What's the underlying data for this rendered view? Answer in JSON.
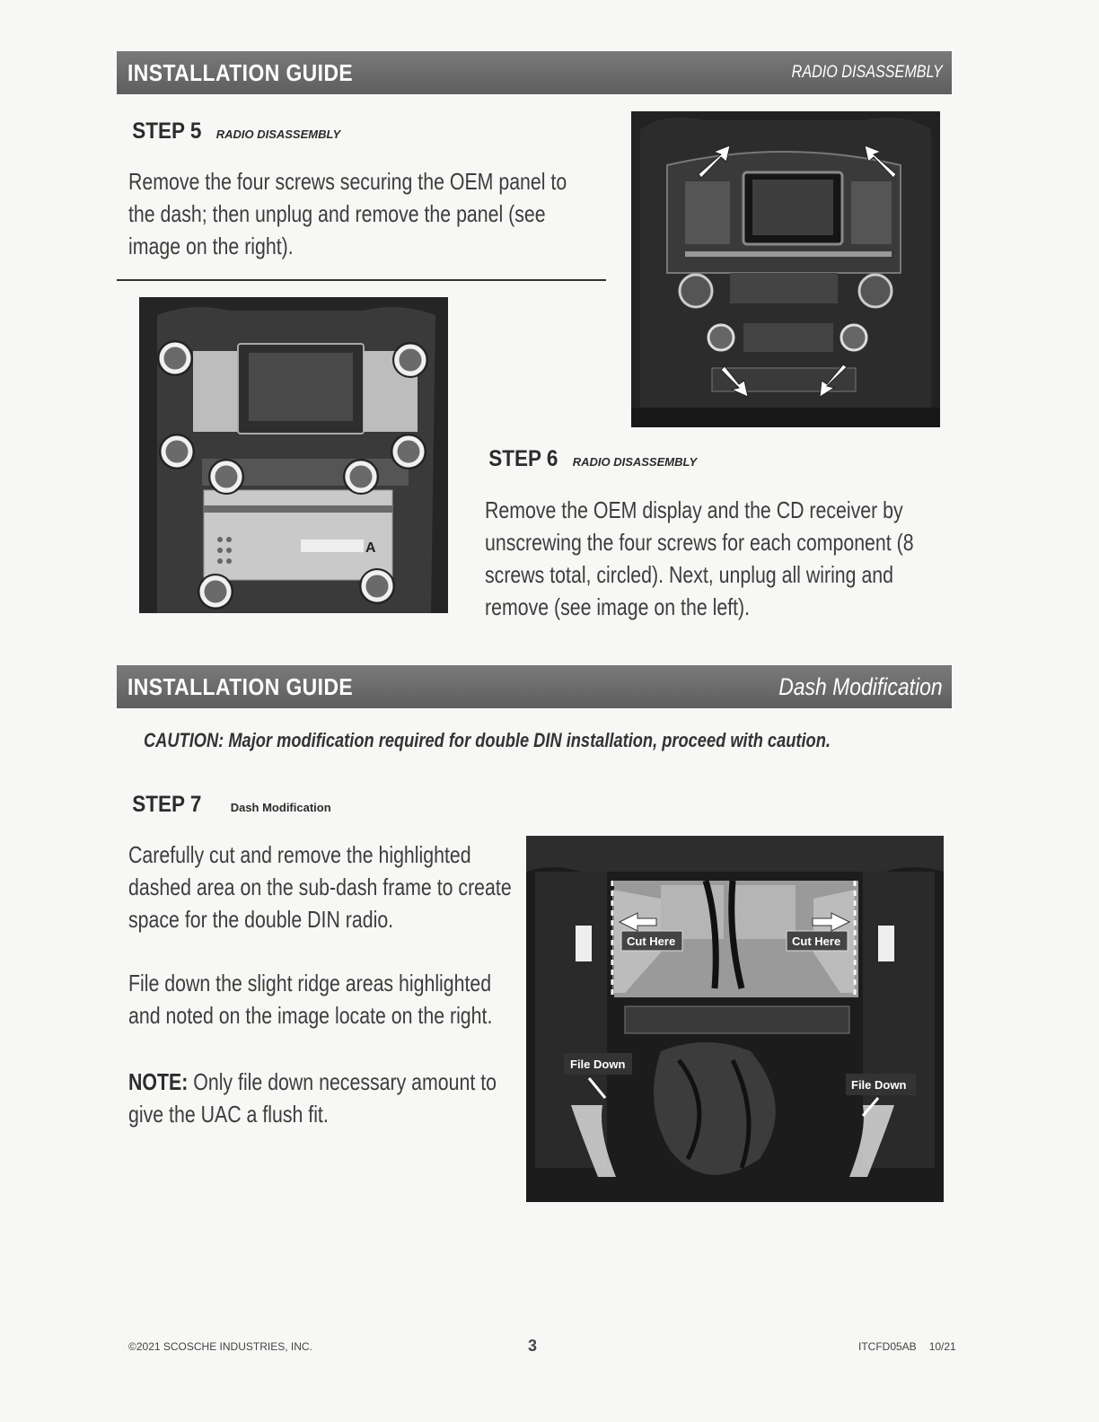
{
  "header1": {
    "title": "INSTALLATION GUIDE",
    "subtitle": "RADIO DISASSEMBLY"
  },
  "step5": {
    "title": "STEP 5",
    "subtitle": "RADIO DISASSEMBLY",
    "lines": [
      "Remove the four screws securing the OEM panel to",
      "the dash; then unplug and remove the panel (see",
      "image on the right)."
    ]
  },
  "step6": {
    "title": "STEP 6",
    "subtitle": "RADIO DISASSEMBLY",
    "lines": [
      "Remove the OEM display and the CD receiver by",
      "unscrewing the four screws for each component (8",
      "screws total, circled). Next, unplug all wiring and",
      "remove (see image on the left)."
    ],
    "photo_label": "A"
  },
  "header2": {
    "title": "INSTALLATION GUIDE",
    "subtitle": "Dash Modification"
  },
  "caution": "CAUTION: Major modification required for double DIN installation, proceed with caution.",
  "step7": {
    "title": "STEP 7",
    "subtitle": "Dash Modification",
    "para1": [
      "Carefully cut and remove the highlighted",
      "dashed area on the sub-dash frame to create",
      "space for the double DIN radio."
    ],
    "para2": [
      "File down the slight ridge areas highlighted",
      "and noted on the image locate on the right."
    ],
    "note_label": "NOTE:",
    "note_lines": [
      " Only file down necessary amount to",
      "give the UAC a flush fit."
    ],
    "photo_labels": {
      "cut_left": "Cut Here",
      "cut_right": "Cut Here",
      "file_left": "File Down",
      "file_right": "File Down"
    }
  },
  "footer": {
    "copyright": "©2021 SCOSCHE INDUSTRIES, INC.",
    "page": "3",
    "code": "ITCFD05AB",
    "date": "10/21"
  }
}
